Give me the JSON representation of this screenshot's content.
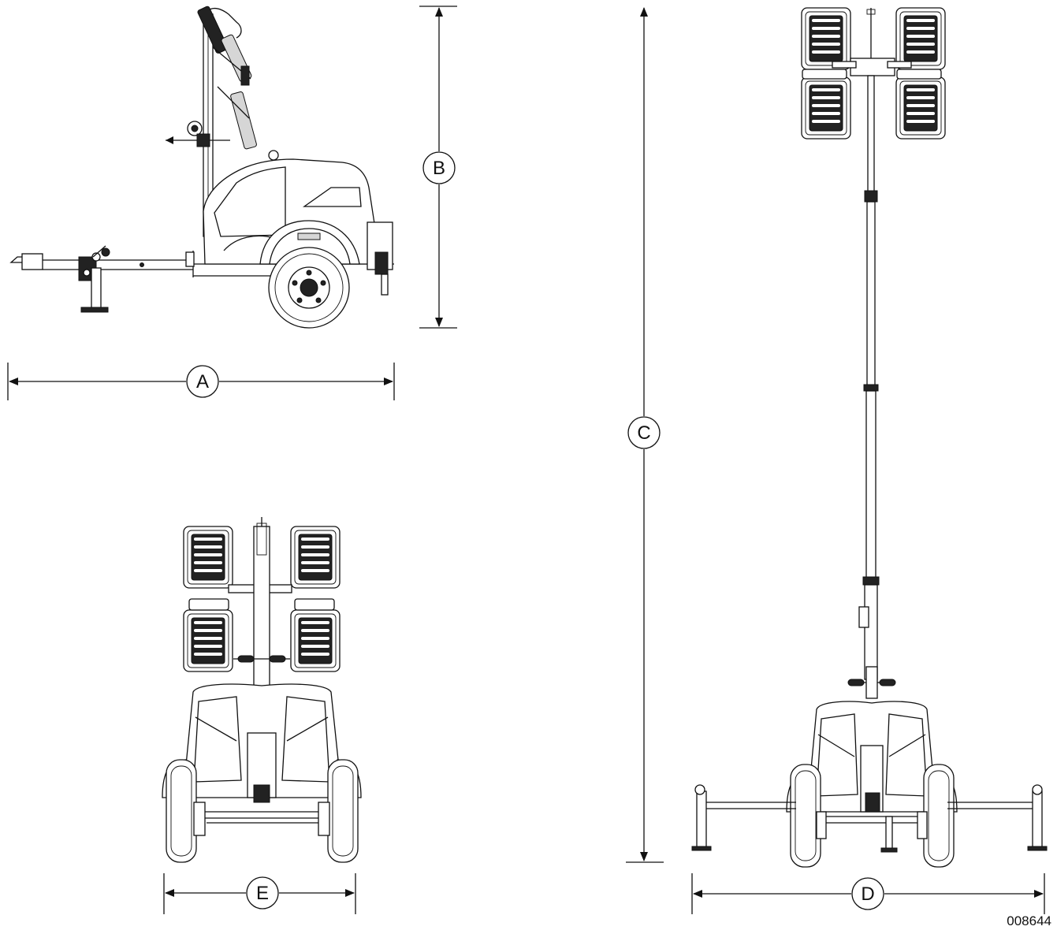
{
  "figure": {
    "reference_number": "008644",
    "views": {
      "side": {
        "name": "side-view"
      },
      "front_stowed": {
        "name": "front-view-stowed"
      },
      "front_extended": {
        "name": "front-view-extended"
      }
    }
  },
  "dimensions": {
    "A": "A",
    "B": "B",
    "C": "C",
    "D": "D",
    "E": "E"
  },
  "colors": {
    "line": "#111111",
    "background": "#ffffff"
  }
}
